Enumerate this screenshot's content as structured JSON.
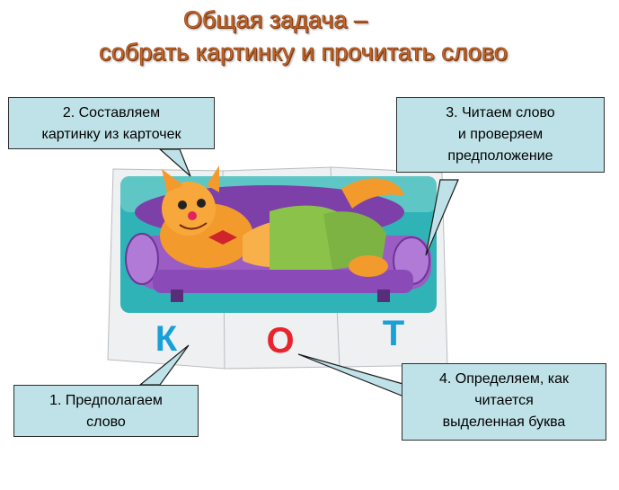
{
  "title": {
    "line1": "Общая задача –",
    "line2": "собрать картинку и прочитать слово"
  },
  "callouts": {
    "c1": {
      "line1": "1. Предполагаем",
      "line2": "слово"
    },
    "c2": {
      "line1": "2. Составляем",
      "line2": "картинку из карточек"
    },
    "c3": {
      "line1": "3. Читаем слово",
      "line2": "и проверяем",
      "line3": "предположение"
    },
    "c4": {
      "line1": "4. Определяем, как",
      "line2": "читается",
      "line3": "выделенная буква"
    }
  },
  "cards": {
    "letters": [
      "К",
      "О",
      "Т"
    ],
    "letter_color": "#1aa0d8",
    "highlight_letter_color": "#e8242c"
  },
  "colors": {
    "title": "#c8662a",
    "callout_fill": "#bfe2e8",
    "sofa": "#9b5cc4",
    "cat": "#f39a2c"
  },
  "icons": [
    "cat-illustration",
    "sofa-illustration"
  ]
}
